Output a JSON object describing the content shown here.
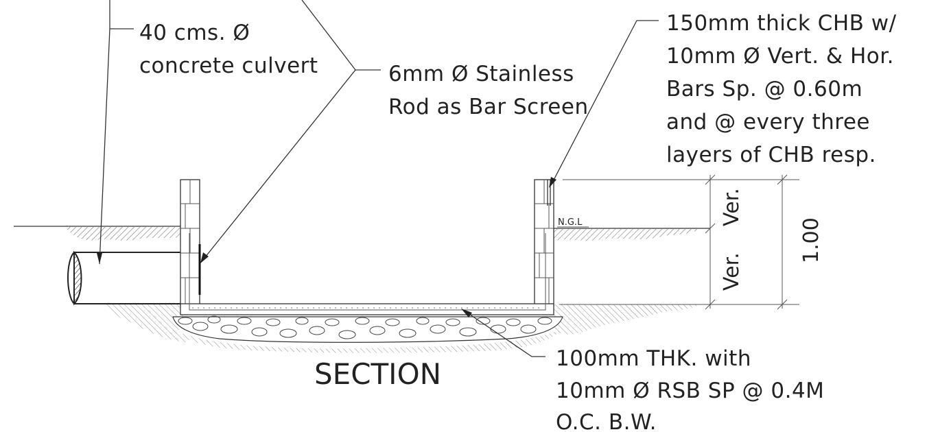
{
  "drawing": {
    "title": "SECTION",
    "ngl_label": "N.G.L",
    "dimension": {
      "total": "1.00",
      "upper": "Ver.",
      "lower": "Ver."
    },
    "notes": {
      "culvert": [
        "40 cms. Ø",
        "concrete culvert"
      ],
      "bar_screen": [
        "6mm Ø Stainless",
        "Rod as Bar Screen"
      ],
      "wall": [
        "150mm thick CHB w/",
        "10mm Ø Vert. & Hor.",
        "Bars Sp. @ 0.60m",
        "and @ every three",
        "layers of CHB resp."
      ],
      "slab": [
        "100mm THK. with",
        "10mm Ø RSB SP @ 0.4M",
        "O.C. B.W."
      ]
    }
  }
}
